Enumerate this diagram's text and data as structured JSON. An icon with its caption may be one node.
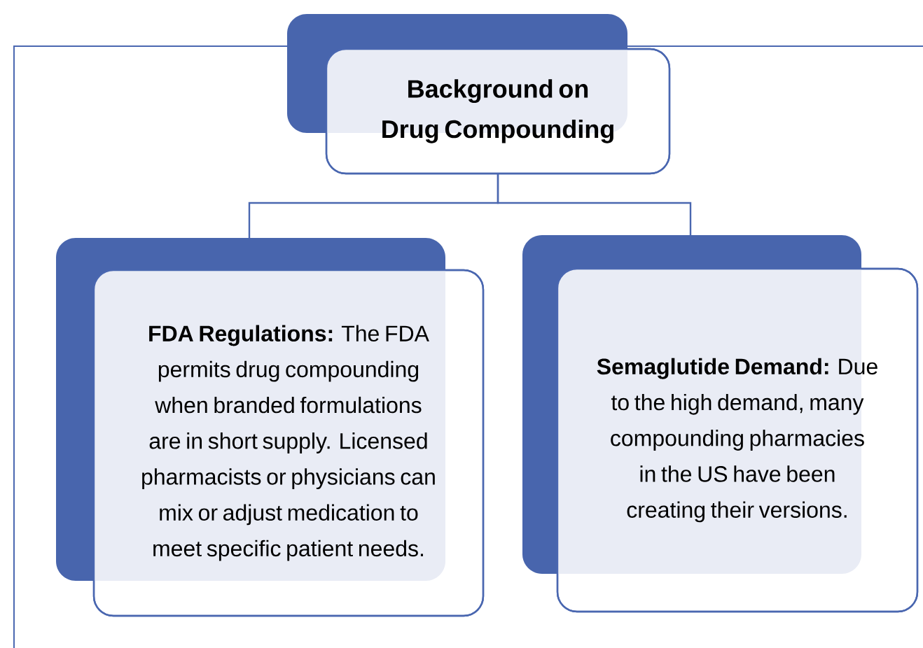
{
  "diagram": {
    "nodes": [
      {
        "text": [
          "Background on Drug Compounding"
        ]
      },
      {
        "text": [
          "**FDA Regulations:** The FDA permits drug compounding when branded formulations are in short supply. Licensed pharmacists or physicians can mix or adjust medication to meet specific patient needs."
        ]
      },
      {
        "text": [
          "**Semaglutide Demand:** Due to the high demand, many compounding pharmacies in the US have been creating their versions."
        ]
      }
    ],
    "edges": [
      {
        "from": 0,
        "to": 1,
        "arrow": "none"
      },
      {
        "from": 0,
        "to": 2,
        "arrow": "none"
      }
    ]
  }
}
